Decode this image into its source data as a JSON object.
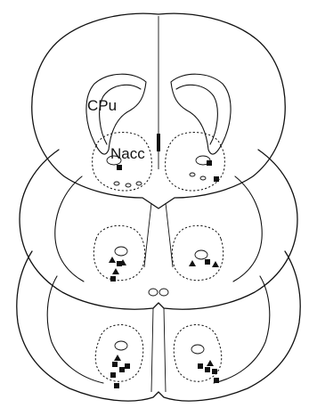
{
  "labels": {
    "caudate_putamen": "CPu",
    "nucleus_accumbens": "Nacc"
  },
  "legend_symbols": {
    "square": "filled-square",
    "triangle": "filled-triangle"
  },
  "colors": {
    "ink": "#111111",
    "background": "#ffffff"
  }
}
